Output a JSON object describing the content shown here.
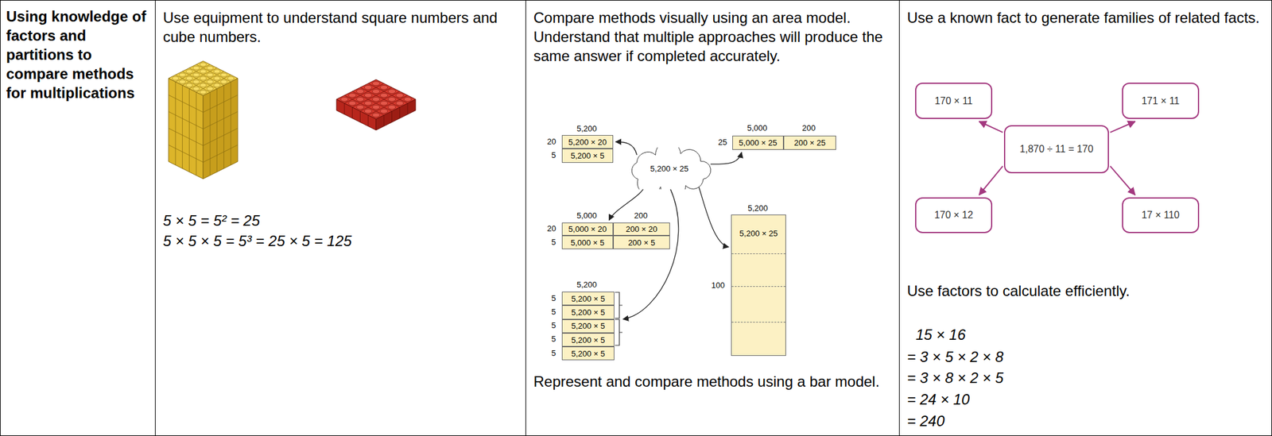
{
  "diagram": {
    "nodes": [
      {
        "text": [
          "Using knowledge of factors and partitions to compare methods for multiplications"
        ]
      },
      {
        "text": [
          "Use equipment to understand square numbers and cube numbers.",
          "5 × 5 = 5² = 25",
          "5 × 5 × 5 = 5³ = 25 × 5 = 125"
        ]
      },
      {
        "text": [
          "Compare methods visually using an area model. Understand that multiple approaches will produce the same answer if completed accurately.",
          "Represent and compare methods using a bar model."
        ]
      },
      {
        "text": [
          "5,200 × 20"
        ],
        "in": 2
      },
      {
        "text": [
          "5,200 × 5"
        ],
        "in": 2
      },
      {
        "text": [
          "5,200 × 25"
        ],
        "in": 2
      },
      {
        "text": [
          "5,000 × 25"
        ],
        "in": 2
      },
      {
        "text": [
          "200 × 25"
        ],
        "in": 2
      },
      {
        "text": [
          "5,000 × 20"
        ],
        "in": 2
      },
      {
        "text": [
          "200 × 20"
        ],
        "in": 2
      },
      {
        "text": [
          "5,000 × 5"
        ],
        "in": 2
      },
      {
        "text": [
          "200 × 5"
        ],
        "in": 2
      },
      {
        "text": [
          "5,200 × 25"
        ],
        "in": 2
      },
      {
        "text": [
          "5,200 × 5"
        ],
        "in": 2
      },
      {
        "text": [
          "5,200 × 5"
        ],
        "in": 2
      },
      {
        "text": [
          "5,200 × 5"
        ],
        "in": 2
      },
      {
        "text": [
          "5,200 × 5"
        ],
        "in": 2
      },
      {
        "text": [
          "5,200 × 5"
        ],
        "in": 2
      },
      {
        "text": [
          "Use a known fact to generate families of related facts.",
          "Use factors to calculate efficiently.",
          "15 × 16",
          "= 3 × 5 × 2 × 8",
          "= 3 × 8 × 2 × 5",
          "= 24 × 10",
          "= 240"
        ]
      },
      {
        "text": [
          "170 × 11"
        ],
        "in": 18
      },
      {
        "text": [
          "171 × 11"
        ],
        "in": 18
      },
      {
        "text": [
          "1,870 ÷ 11 = 170"
        ],
        "in": 18
      },
      {
        "text": [
          "170 × 12"
        ],
        "in": 18
      },
      {
        "text": [
          "17 × 110"
        ],
        "in": 18
      }
    ],
    "edges": [
      {
        "from": 5,
        "to": 3,
        "arrow": "to"
      },
      {
        "from": 5,
        "to": 6,
        "arrow": "to"
      },
      {
        "from": 5,
        "to": 8,
        "arrow": "to"
      },
      {
        "from": 5,
        "to": 14,
        "arrow": "to"
      },
      {
        "from": 5,
        "to": 12,
        "arrow": "to"
      },
      {
        "from": 21,
        "to": 19,
        "arrow": "to"
      },
      {
        "from": 21,
        "to": 20,
        "arrow": "to"
      },
      {
        "from": 21,
        "to": 22,
        "arrow": "to"
      },
      {
        "from": 21,
        "to": 23,
        "arrow": "to"
      }
    ],
    "labels": [
      "5,200",
      "20",
      "5",
      "5,000",
      "200",
      "25",
      "5,000",
      "200",
      "20",
      "5",
      "5,200",
      "100",
      "5,200",
      "5",
      "5",
      "5",
      "5",
      "5"
    ]
  }
}
